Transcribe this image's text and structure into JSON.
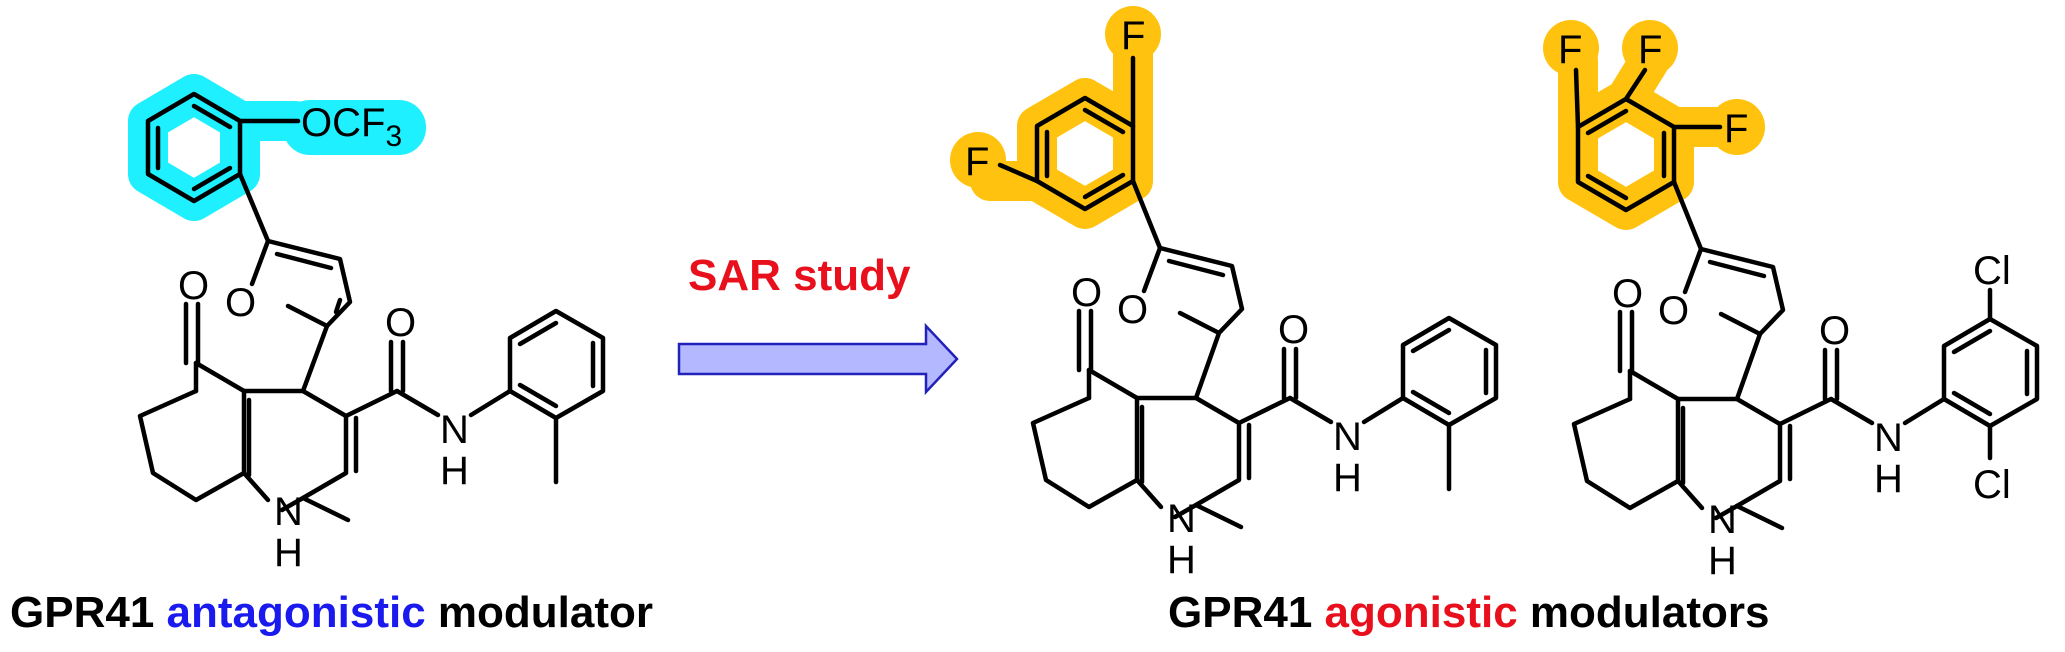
{
  "colors": {
    "antagonist_highlight": "#1ef0ff",
    "agonist_highlight": "#ffc20e",
    "blue_text": "#1a1aee",
    "red_text": "#e8101c",
    "arrow_fill": "#b3b8ff",
    "arrow_stroke": "#2222bb"
  },
  "arrow": {
    "label": "SAR study"
  },
  "left_compound": {
    "caption_prefix": "GPR41 ",
    "caption_highlight": "antagonistic",
    "caption_suffix": " modulator",
    "substituent_prefix": "OCF",
    "substituent_subscript": "3"
  },
  "right_group": {
    "caption_prefix": "GPR41 ",
    "caption_highlight": "agonistic",
    "caption_suffix": " modulators"
  },
  "atoms": {
    "oxygen": "O",
    "nitrogen": "N",
    "hydrogen": "H",
    "fluorine": "F",
    "chlorine": "Cl"
  }
}
